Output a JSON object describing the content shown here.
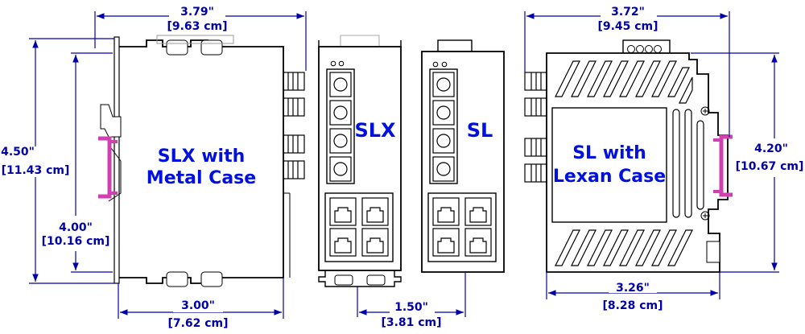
{
  "dimensions": {
    "slx_width": "3.79\"",
    "slx_width_cm": "[9.63 cm]",
    "slx_height": "4.50\"",
    "slx_height_cm": "[11.43 cm]",
    "slx_rail_height": "4.00\"",
    "slx_rail_height_cm": "[10.16 cm]",
    "slx_base": "3.00\"",
    "slx_base_cm": "[7.62 cm]",
    "front_width": "1.50\"",
    "front_width_cm": "[3.81 cm]",
    "sl_width": "3.72\"",
    "sl_width_cm": "[9.45 cm]",
    "sl_height": "4.20\"",
    "sl_height_cm": "[10.67 cm]",
    "sl_base": "3.26\"",
    "sl_base_cm": "[8.28 cm]"
  },
  "labels": {
    "slx_side_line1": "SLX with",
    "slx_side_line2": "Metal Case",
    "slx_front": "SLX",
    "sl_front": "SL",
    "sl_side_line1": "SL with",
    "sl_side_line2": "Lexan Case"
  },
  "colors": {
    "text_blue": "#0010e0",
    "dim_blue": "#0000aa",
    "din_rail": "#d040b0"
  }
}
